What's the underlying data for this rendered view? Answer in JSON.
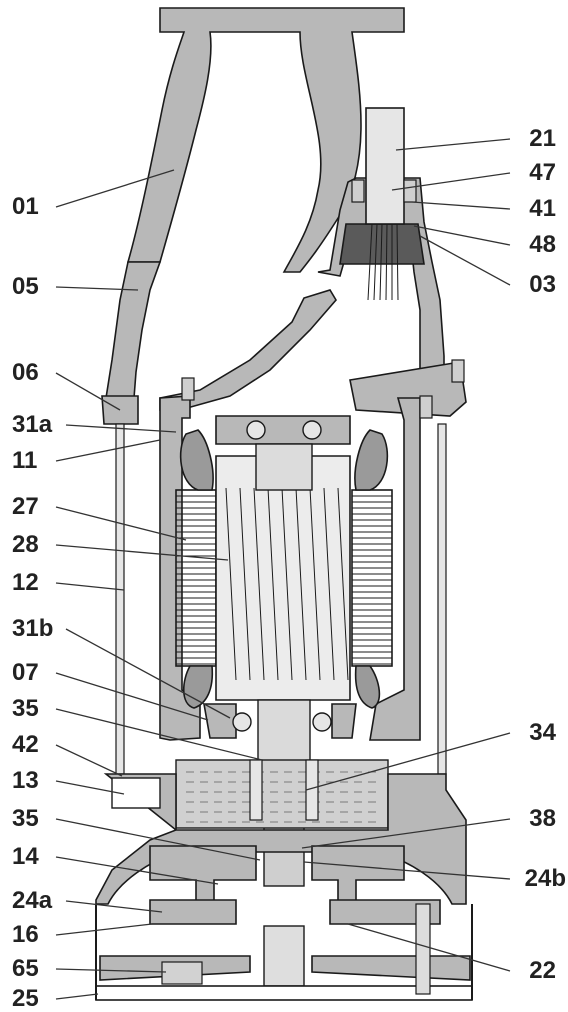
{
  "diagram": {
    "colors": {
      "casting": "#b8b8b8",
      "outline": "#1a1a1a",
      "dark": "#5a5a5a",
      "oil": "#d0d0d0",
      "light": "#e6e6e6",
      "winding": "#9a9a9a"
    },
    "labels_left": [
      "01",
      "05",
      "06",
      "31a",
      "11",
      "27",
      "28",
      "12",
      "31b",
      "07",
      "35",
      "42",
      "13",
      "35",
      "14",
      "24a",
      "16",
      "65",
      "25"
    ],
    "labels_right": [
      "21",
      "47",
      "41",
      "48",
      "03",
      "34",
      "38",
      "24b",
      "22"
    ]
  }
}
